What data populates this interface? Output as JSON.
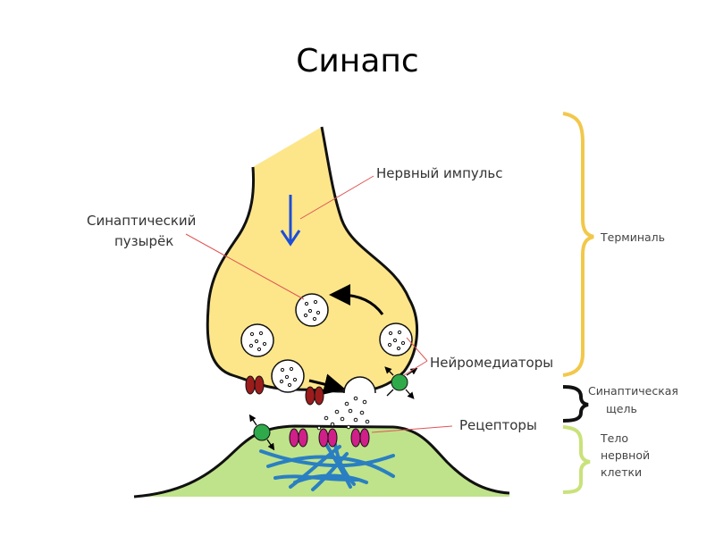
{
  "title": "Синапс",
  "labels": {
    "impulse": "Нервный импульс",
    "vesicle_line1": "Синаптический",
    "vesicle_line2": "пузырёк",
    "neurotransmitters": "Нейромедиаторы",
    "receptors": "Рецепторы",
    "terminal": "Терминаль",
    "cleft_line1": "Синаптическая",
    "cleft_line2": "щель",
    "body_line1": "Тело",
    "body_line2": "нервной",
    "body_line3": "клетки"
  },
  "colors": {
    "terminal_fill": "#fde68a",
    "cell_fill": "#bfe38a",
    "impulse_arrow": "#1d4ed8",
    "pointer_line": "#e05555",
    "terminal_brace": "#f2c84b",
    "cleft_brace": "#111111",
    "body_brace": "#c9e27a",
    "channel": "#9b1c1c",
    "receptor": "#d11f8a",
    "transporter": "#2eaa4a",
    "fibers": "#2a7fc2"
  }
}
